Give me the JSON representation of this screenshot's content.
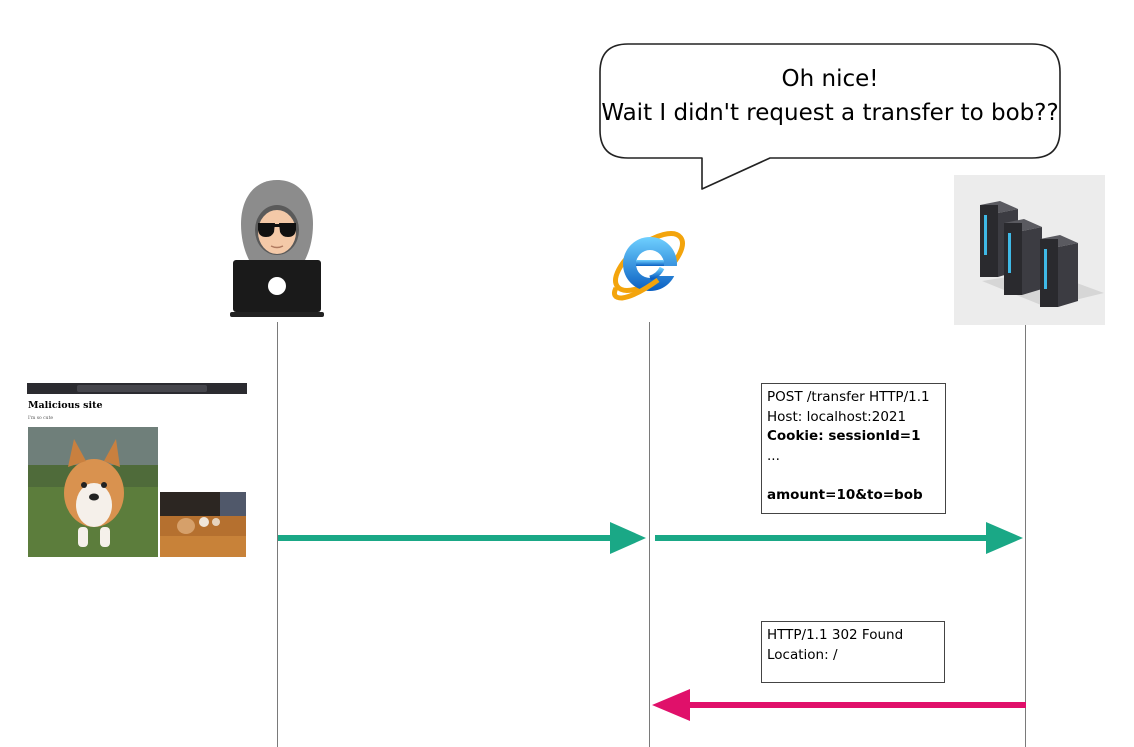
{
  "speech_bubble": {
    "line1": "Oh nice!",
    "line2": "Wait I didn't request a transfer to bob??"
  },
  "actors": [
    {
      "name": "attacker",
      "icon": "hacker-with-laptop-icon"
    },
    {
      "name": "browser",
      "icon": "internet-explorer-icon"
    },
    {
      "name": "server",
      "icon": "server-racks-icon"
    }
  ],
  "malicious_site": {
    "title": "Malicious site",
    "subtitle": "I'm so cute"
  },
  "request_box": {
    "line1": "POST /transfer HTTP/1.1",
    "line2": "Host: localhost:2021",
    "line3": "Cookie: sessionId=1",
    "line4": "...",
    "line5": "",
    "line6": "amount=10&to=bob"
  },
  "response_box": {
    "line1": "HTTP/1.1 302 Found",
    "line2": "Location: /"
  },
  "colors": {
    "request_arrow": "#1aa886",
    "response_arrow": "#e0106a",
    "lifeline": "#7a7a7a"
  }
}
